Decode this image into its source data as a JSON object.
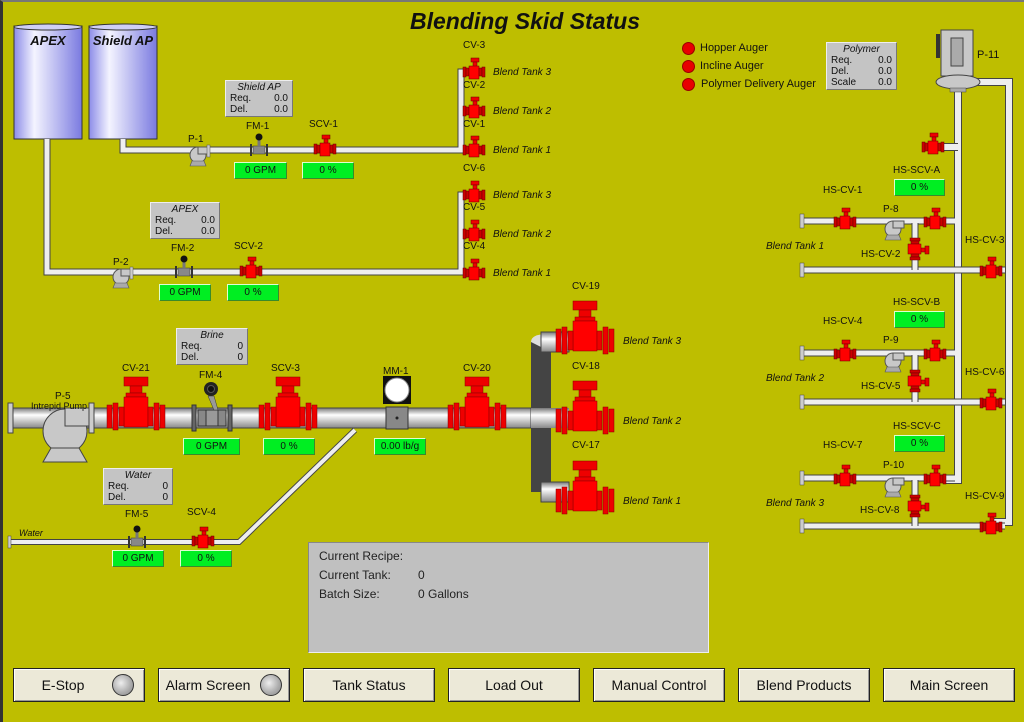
{
  "title": "Blending Skid Status",
  "tanks": [
    {
      "name": "APEX"
    },
    {
      "name": "Shield AP"
    }
  ],
  "labels": {
    "p1": "P-1",
    "fm1": "FM-1",
    "scv1": "SCV-1",
    "p2": "P-2",
    "fm2": "FM-2",
    "scv2": "SCV-2",
    "cv1": "CV-1",
    "cv2": "CV-2",
    "cv3": "CV-3",
    "cv4": "CV-4",
    "cv5": "CV-5",
    "cv6": "CV-6",
    "p5": "P-5",
    "p5sub": "Intrepid Pump",
    "cv21": "CV-21",
    "fm4": "FM-4",
    "scv3": "SCV-3",
    "mm1": "MM-1",
    "cv20": "CV-20",
    "cv17": "CV-17",
    "cv18": "CV-18",
    "cv19": "CV-19",
    "fm5": "FM-5",
    "scv4": "SCV-4",
    "water_line": "Water",
    "p11": "P-11",
    "p8": "P-8",
    "p9": "P-9",
    "p10": "P-10",
    "hscv1": "HS-CV-1",
    "hscv2": "HS-CV-2",
    "hscv3": "HS-CV-3",
    "hscv4": "HS-CV-4",
    "hscv5": "HS-CV-5",
    "hscv6": "HS-CV-6",
    "hscv7": "HS-CV-7",
    "hscv8": "HS-CV-8",
    "hscv9": "HS-CV-9",
    "hsscva": "HS-SCV-A",
    "hsscvb": "HS-SCV-B",
    "hsscvc": "HS-SCV-C"
  },
  "destinations": {
    "bt1": "Blend Tank 1",
    "bt2": "Blend Tank 2",
    "bt3": "Blend Tank 3"
  },
  "readouts": {
    "fm1": "0 GPM",
    "scv1": "0 %",
    "fm2": "0 GPM",
    "scv2": "0 %",
    "fm4": "0 GPM",
    "scv3": "0 %",
    "mm1": "0.00 lb/g",
    "fm5": "0 GPM",
    "scv4": "0 %",
    "hsscva": "0 %",
    "hsscvb": "0 %",
    "hsscvc": "0 %"
  },
  "infoboxes": {
    "shield": {
      "title": "Shield AP",
      "req_label": "Req.",
      "req": "0.0",
      "del_label": "Del.",
      "del": "0.0"
    },
    "apex": {
      "title": "APEX",
      "req_label": "Req.",
      "req": "0.0",
      "del_label": "Del.",
      "del": "0.0"
    },
    "brine": {
      "title": "Brine",
      "req_label": "Req.",
      "req": "0",
      "del_label": "Del.",
      "del": "0"
    },
    "water": {
      "title": "Water",
      "req_label": "Req.",
      "req": "0",
      "del_label": "Del.",
      "del": "0"
    },
    "polymer": {
      "title": "Polymer",
      "req_label": "Req.",
      "req": "0.0",
      "del_label": "Del.",
      "del": "0.0",
      "scale_label": "Scale",
      "scale": "0.0"
    }
  },
  "augers": [
    {
      "label": "Hopper Auger",
      "status_color": "#e80000"
    },
    {
      "label": "Incline Auger",
      "status_color": "#e80000"
    },
    {
      "label": "Polymer Delivery Auger",
      "status_color": "#e80000"
    }
  ],
  "recipe": {
    "recipe_label": "Current Recipe:",
    "recipe_value": "",
    "tank_label": "Current Tank:",
    "tank_value": "0",
    "batch_label": "Batch Size:",
    "batch_value": "0 Gallons"
  },
  "buttons": [
    {
      "label": "E-Stop",
      "has_indicator": true
    },
    {
      "label": "Alarm Screen",
      "has_indicator": true
    },
    {
      "label": "Tank Status"
    },
    {
      "label": "Load Out"
    },
    {
      "label": "Manual Control"
    },
    {
      "label": "Blend Products"
    },
    {
      "label": "Main Screen"
    }
  ],
  "colors": {
    "background": "#bebe00",
    "valve": "#ee0000",
    "readout": "#00ee22",
    "tank": "#a8a8f0"
  }
}
